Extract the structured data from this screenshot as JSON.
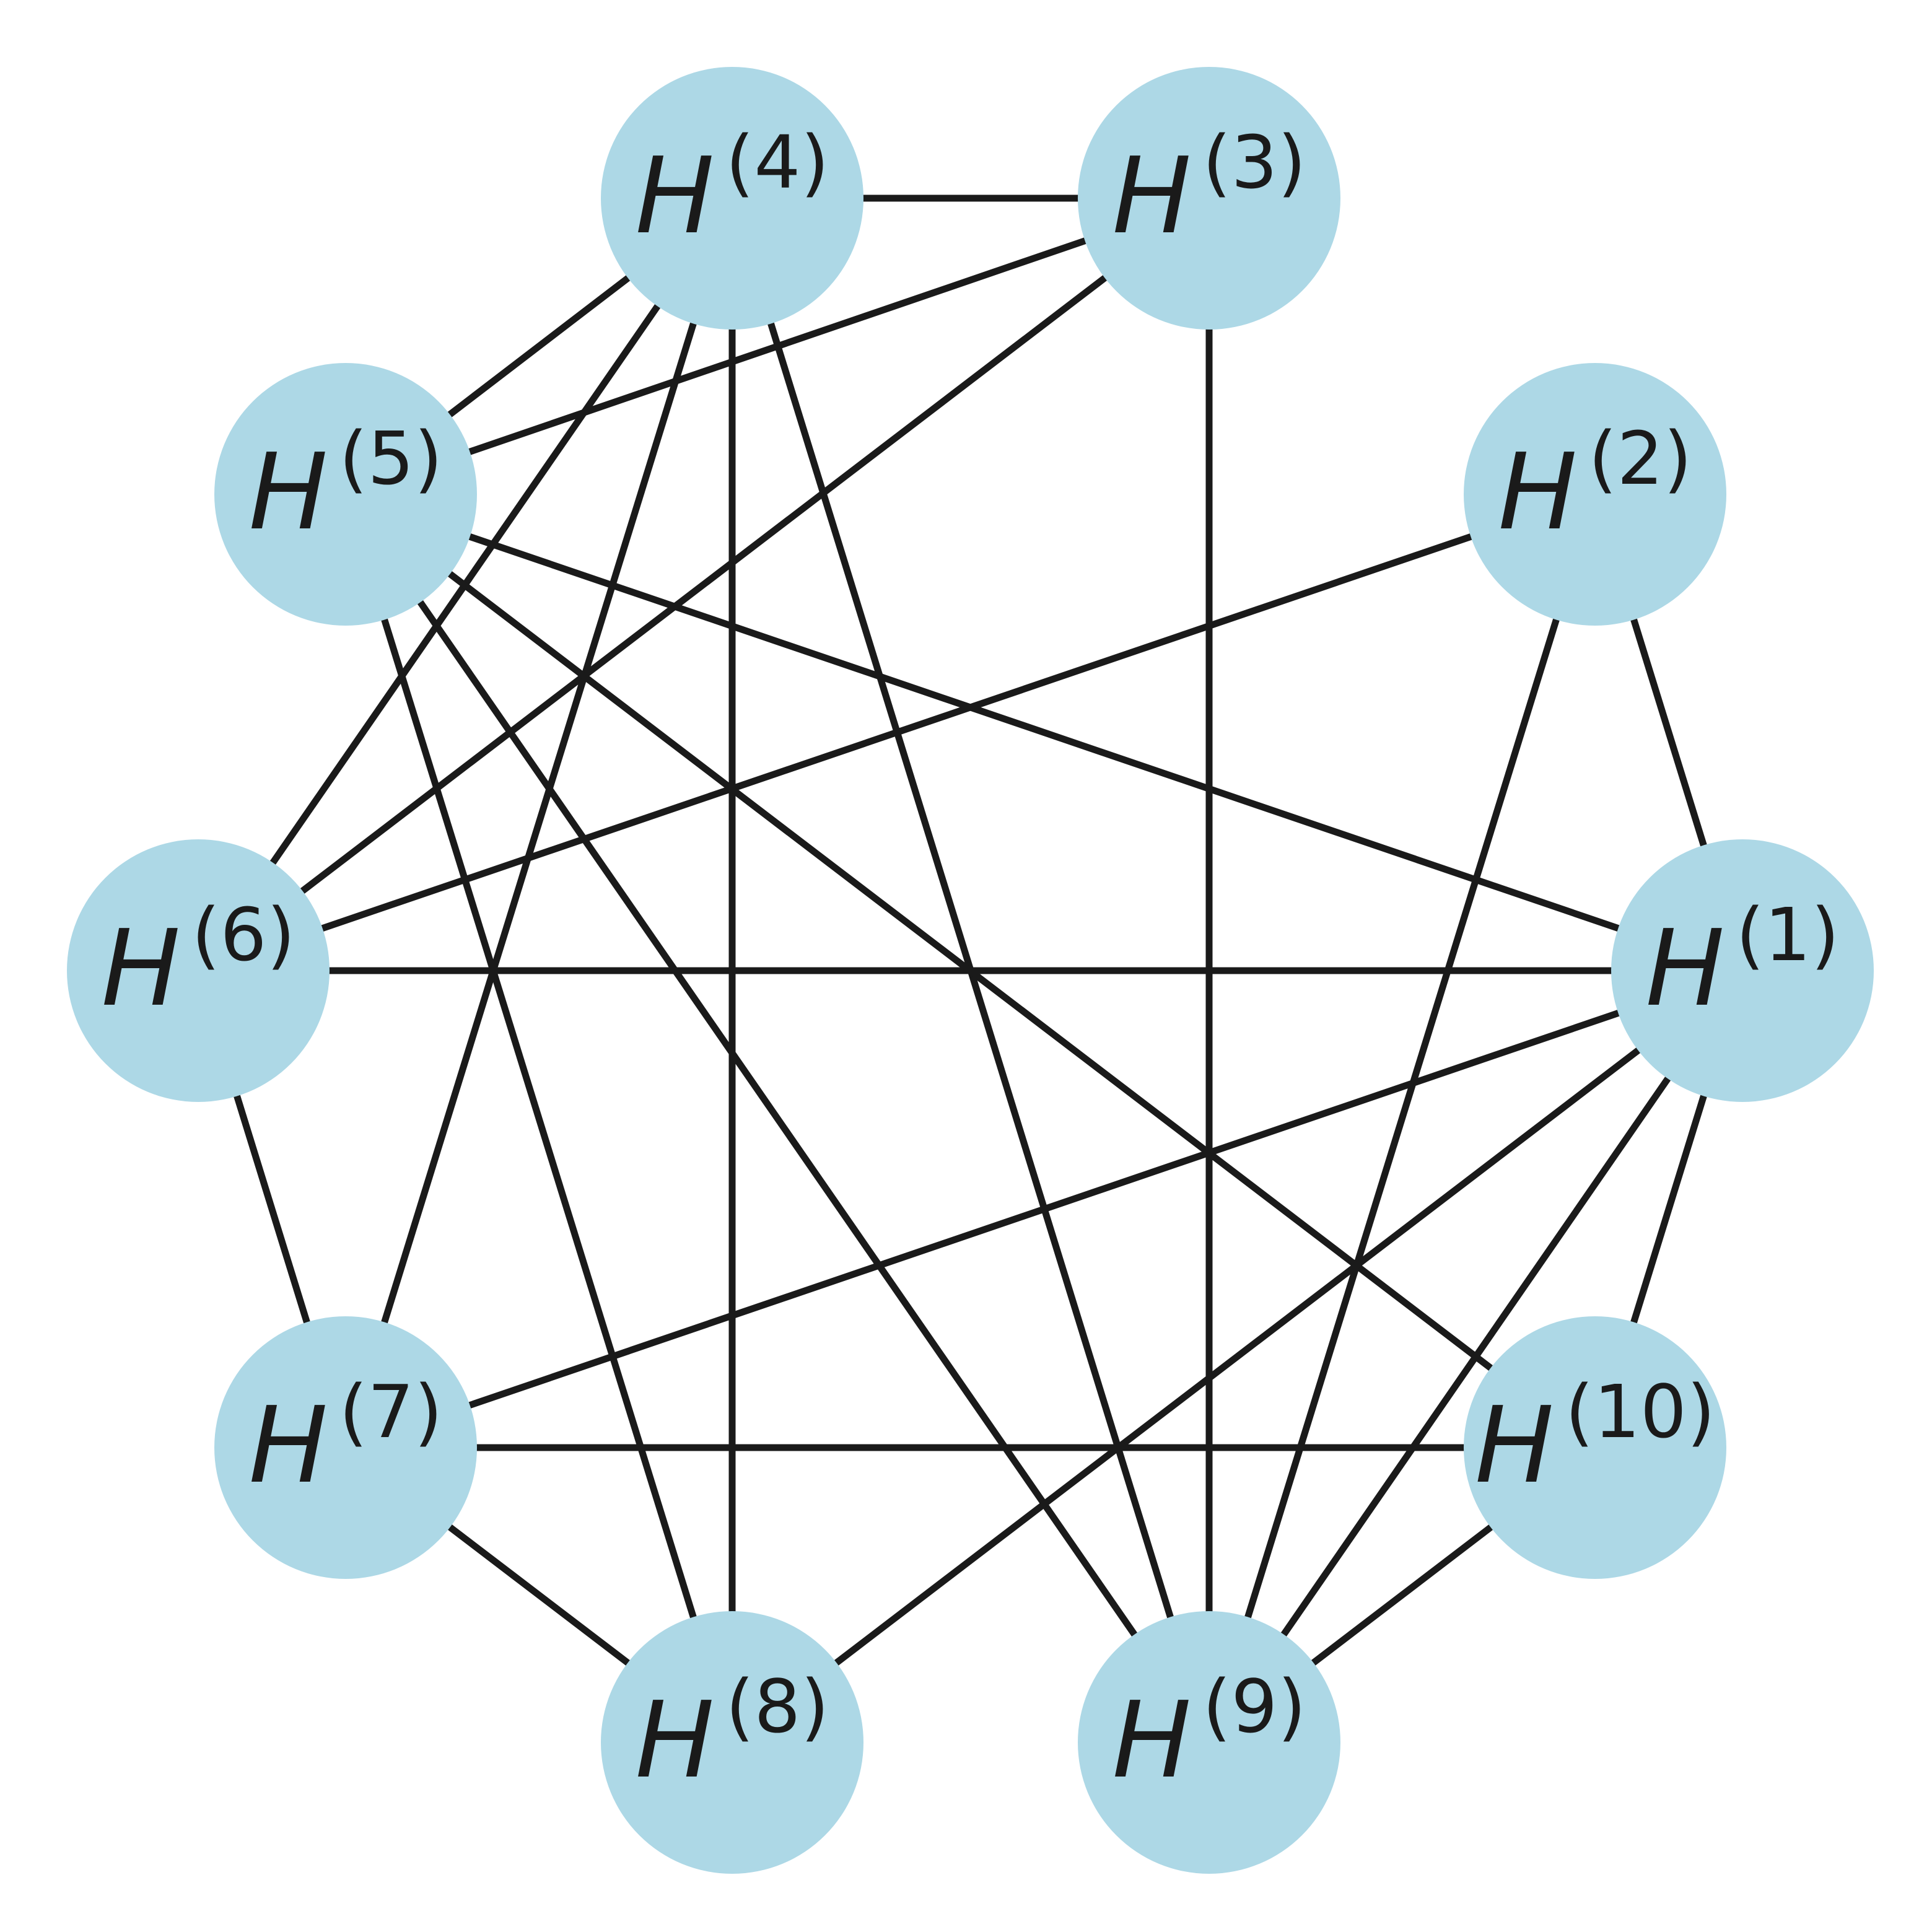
{
  "graph": {
    "node_fill": "#add8e6",
    "edge_color": "#1a1a1a",
    "nodes": [
      {
        "id": "1",
        "base": "H",
        "sup": "(1)"
      },
      {
        "id": "2",
        "base": "H",
        "sup": "(2)"
      },
      {
        "id": "3",
        "base": "H",
        "sup": "(3)"
      },
      {
        "id": "4",
        "base": "H",
        "sup": "(4)"
      },
      {
        "id": "5",
        "base": "H",
        "sup": "(5)"
      },
      {
        "id": "6",
        "base": "H",
        "sup": "(6)"
      },
      {
        "id": "7",
        "base": "H",
        "sup": "(7)"
      },
      {
        "id": "8",
        "base": "H",
        "sup": "(8)"
      },
      {
        "id": "9",
        "base": "H",
        "sup": "(9)"
      },
      {
        "id": "10",
        "base": "H",
        "sup": "(10)"
      }
    ],
    "edges": [
      [
        "4",
        "3"
      ],
      [
        "4",
        "5"
      ],
      [
        "4",
        "6"
      ],
      [
        "4",
        "7"
      ],
      [
        "4",
        "8"
      ],
      [
        "4",
        "9"
      ],
      [
        "3",
        "5"
      ],
      [
        "3",
        "6"
      ],
      [
        "3",
        "9"
      ],
      [
        "2",
        "6"
      ],
      [
        "2",
        "1"
      ],
      [
        "2",
        "9"
      ],
      [
        "5",
        "1"
      ],
      [
        "5",
        "10"
      ],
      [
        "5",
        "9"
      ],
      [
        "5",
        "8"
      ],
      [
        "6",
        "1"
      ],
      [
        "6",
        "7"
      ],
      [
        "1",
        "7"
      ],
      [
        "1",
        "8"
      ],
      [
        "1",
        "9"
      ],
      [
        "1",
        "10"
      ],
      [
        "7",
        "10"
      ],
      [
        "7",
        "8"
      ],
      [
        "10",
        "9"
      ]
    ]
  }
}
